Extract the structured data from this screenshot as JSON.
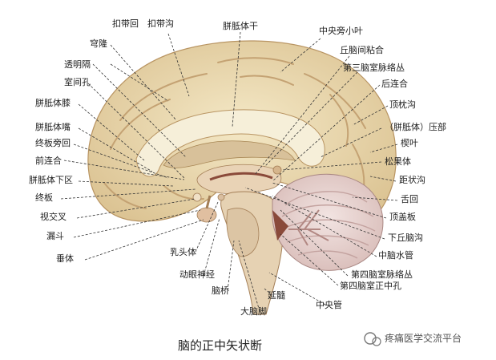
{
  "title": "脑的正中矢状断",
  "watermark": "疼痛医学交流平台",
  "colors": {
    "cortex": "#eedfb8",
    "cortex_shadow": "#c9ac7d",
    "corpus_callosum": "#f4ecd3",
    "brainstem": "#e4cfb0",
    "cerebellum": "#ead9d8",
    "cerebellum_folia": "#c9a9a6",
    "ventricle": "#8a4a3a",
    "leader": "#333333"
  },
  "labels": {
    "cingulate_gyrus": "扣带回",
    "cingulate_sulcus": "扣带沟",
    "fornix": "穹隆",
    "septum_pellucidum": "透明隔",
    "interventricular_foramen": "室间孔",
    "genu": "胼胝体膝",
    "rostrum": "胼胝体嘴",
    "paraterminal_gyrus": "终板旁回",
    "anterior_commissure": "前连合",
    "subcallosal_area": "胼胝体下区",
    "lamina_terminalis": "终板",
    "optic_chiasm": "视交叉",
    "infundibulum": "漏斗",
    "hypophysis": "垂体",
    "corpus_callosum_trunk": "胼胝体干",
    "paracentral_lobule": "中央旁小叶",
    "interthalamic_adhesion": "丘脑间粘合",
    "choroid_plexus_third": "第三脑室脉络丛",
    "posterior_commissure": "后连合",
    "parieto_occipital_sulcus": "顶枕沟",
    "splenium": "（胼胝体）压部",
    "cuneus": "楔叶",
    "pineal_body": "松果体",
    "calcarine_sulcus": "距状沟",
    "lingual_gyrus": "舌回",
    "tectum": "顶盖板",
    "inferior_colliculus_sulcus": "下丘脑沟",
    "aqueduct": "中脑水管",
    "choroid_plexus_fourth": "第四脑室脉络丛",
    "median_aperture": "第四脑室正中孔",
    "central_canal": "中央管",
    "medulla": "延髓",
    "cerebral_peduncle": "大脑脚",
    "pons": "脑桥",
    "oculomotor_nerve": "动眼神经",
    "mammillary_body": "乳头体"
  }
}
